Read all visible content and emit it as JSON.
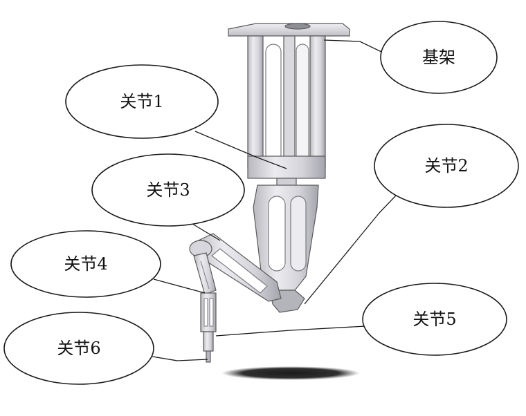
{
  "labels": {
    "base": "基架",
    "joint1": "关节1",
    "joint2": "关节2",
    "joint3": "关节3",
    "joint4": "关节4",
    "joint5": "关节5",
    "joint6": "关节6"
  },
  "colors": {
    "metal_light": "#e6e6ea",
    "metal_mid": "#c6c6cc",
    "metal_dark": "#9a9aa2",
    "outline": "#5a5a5a",
    "shadow": "#2a2a2a",
    "bubble_stroke": "#1a1a1a"
  }
}
